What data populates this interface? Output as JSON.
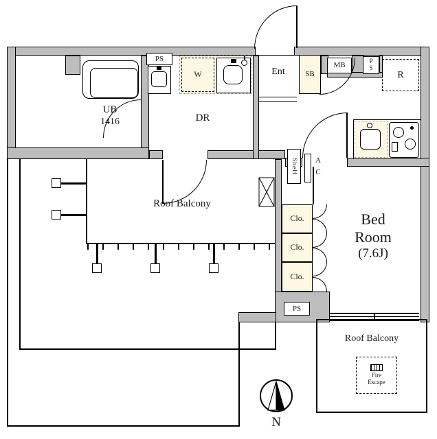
{
  "title": "Apartment floor plan",
  "colors": {
    "wall": "#bdbdbd",
    "accent": "#fcf8e3",
    "line": "#1a1a1a",
    "background": "#ffffff"
  },
  "labels": {
    "ub_name": "UB",
    "ub_size": "1416",
    "ps_top": "PS",
    "washer": "W",
    "ent": "Ent",
    "shoe_box": "SB",
    "meter_box": "MB",
    "ps_right_l1": "P",
    "ps_right_l2": "S",
    "refrigerator": "R",
    "dining_room": "DR",
    "shelf": "Shelf",
    "ac_l1": "A",
    "ac_l2": "C",
    "roof_balcony_left": "Roof Balcony",
    "closet": "Clo.",
    "bedroom_l1": "Bed",
    "bedroom_l2": "Room",
    "bedroom_size": "(7.6J)",
    "ps_bottom": "PS",
    "roof_balcony_right": "Roof Balcony",
    "fire_escape_l1": "Fire",
    "fire_escape_l2": "Escape",
    "compass_north": "N"
  }
}
